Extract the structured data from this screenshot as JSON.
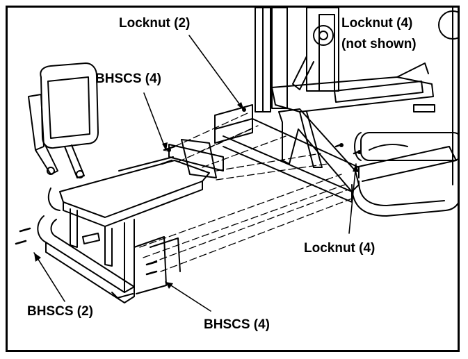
{
  "callouts": {
    "locknut_top": "Locknut (2)",
    "locknut_top_right_line1": "Locknut (4)",
    "locknut_top_right_line2": "(not shown)",
    "bhscs_upper": "BHSCS (4)",
    "locknut_bottom_right": "Locknut (4)",
    "bhscs_left": "BHSCS (2)",
    "bhscs_lower": "BHSCS (4)"
  },
  "colors": {
    "line": "#000000",
    "background": "#ffffff"
  }
}
